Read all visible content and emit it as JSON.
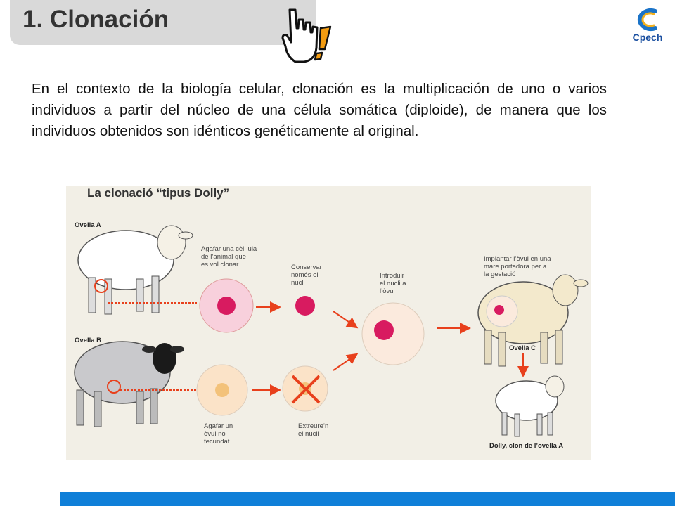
{
  "slide": {
    "title": "1. Clonación",
    "logo_text": "Cpech",
    "body": "En el contexto de la biología celular, clonación es la multiplicación de uno o varios individuos a partir del núcleo de una célula somática (diploide), de manera que los individuos obtenidos son idénticos genéticamente al original."
  },
  "figure": {
    "title": "La clonació “tipus Dolly”",
    "sheep_a": "Ovella A",
    "sheep_b": "Ovella B",
    "sheep_c": "Ovella C",
    "dolly": "Dolly, clon de l’ovella A",
    "step_take_cell": "Agafar una cèl·lula\nde l’animal que\nes vol clonar",
    "step_keep_nucleus": "Conservar\nnomés el\nnucli",
    "step_introduce": "Introduir\nel nucli a\nl’òvul",
    "step_implant": "Implantar l’òvul en una\nmare portadora per a\nla gestació",
    "step_take_ovum": "Agafar un\nòvul no\nfecundat",
    "step_extract": "Extreure’n\nel nucli"
  },
  "colors": {
    "title_tab": "#d9d9d9",
    "bottom_bar": "#0f7fd8",
    "nucleus": "#d81b60",
    "arrow": "#e8401c",
    "cell": "#f8d0dc",
    "ovum": "#fbe3c8"
  }
}
